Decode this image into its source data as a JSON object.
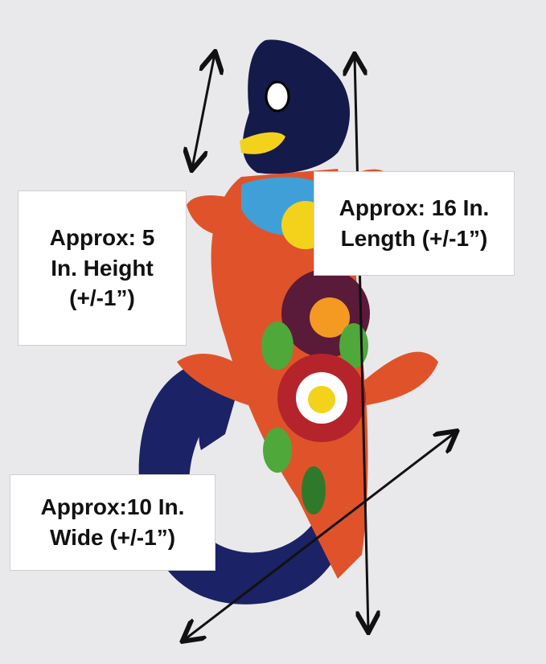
{
  "labels": {
    "height": {
      "lines": [
        "Approx: 5",
        "In. Height",
        "(+/-1”)"
      ]
    },
    "length": {
      "lines": [
        "Approx: 16 In.",
        "Length (+/-1”)"
      ]
    },
    "wide": {
      "lines": [
        "Approx:10 In.",
        "Wide (+/-1”)"
      ]
    }
  },
  "colors": {
    "background": "#e9e9eb",
    "body": "#e0532a",
    "head": "#141a4a",
    "flower_red": "#b5242a",
    "flower_yellow": "#f3d21c",
    "leaf_green": "#4fa83a",
    "arrow": "#111111"
  }
}
